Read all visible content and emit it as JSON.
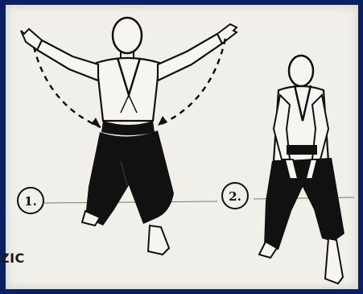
{
  "figure": {
    "step_labels": [
      "1.",
      "2."
    ],
    "corner_fragment": "ZIC",
    "colors": {
      "background": "#0b1f63",
      "paper": "#f1efe9",
      "ink": "#111111",
      "hakama": "#111111"
    }
  }
}
